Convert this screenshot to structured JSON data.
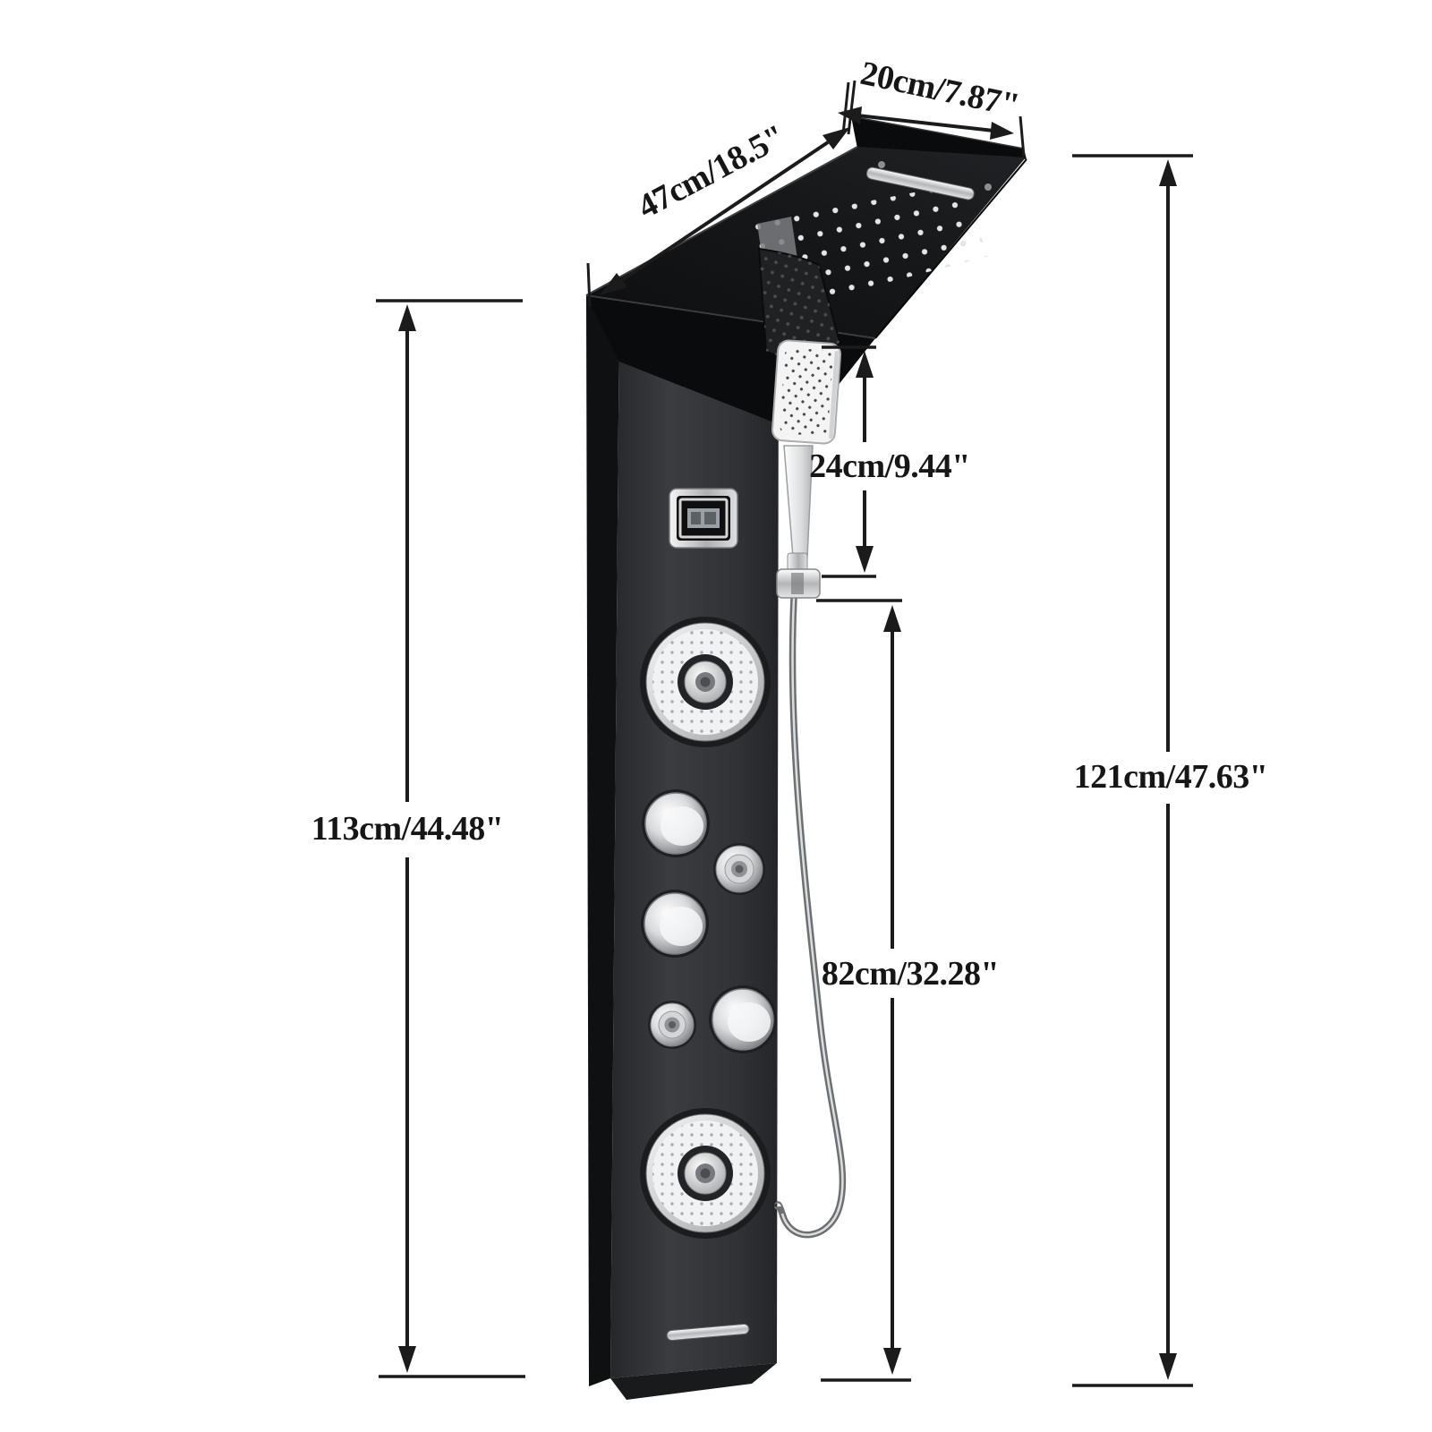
{
  "labels": {
    "top_width": "20cm/7.87\"",
    "top_length": "47cm/18.5\"",
    "hand_shower": "24cm/9.44\"",
    "panel_height": "113cm/44.48\"",
    "overall_height": "121cm/47.63\"",
    "lower_section": "82cm/32.28\""
  },
  "parts": [
    "rain-waterfall-shower-head",
    "waterfall-slot",
    "shower-panel-body",
    "temperature-display",
    "body-jet",
    "mixer-knob",
    "massage-jet",
    "hand-shower",
    "shower-hose",
    "tub-spout"
  ],
  "colors": {
    "background": "#ffffff",
    "panel_black": "#313236",
    "chrome": "#d9dadc",
    "dimension_lines": "#1b1b1b"
  }
}
